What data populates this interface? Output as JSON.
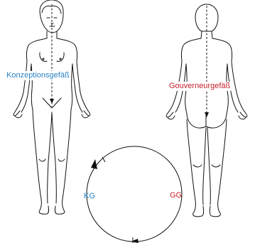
{
  "labels": {
    "conception_vessel": "Konzeptionsgefäß",
    "governor_vessel": "Gouverneurgefäß",
    "kg": "KG",
    "gg": "GG"
  },
  "colors": {
    "conception": "#2a82c4",
    "governor": "#c81e2a",
    "outline": "#111111"
  }
}
